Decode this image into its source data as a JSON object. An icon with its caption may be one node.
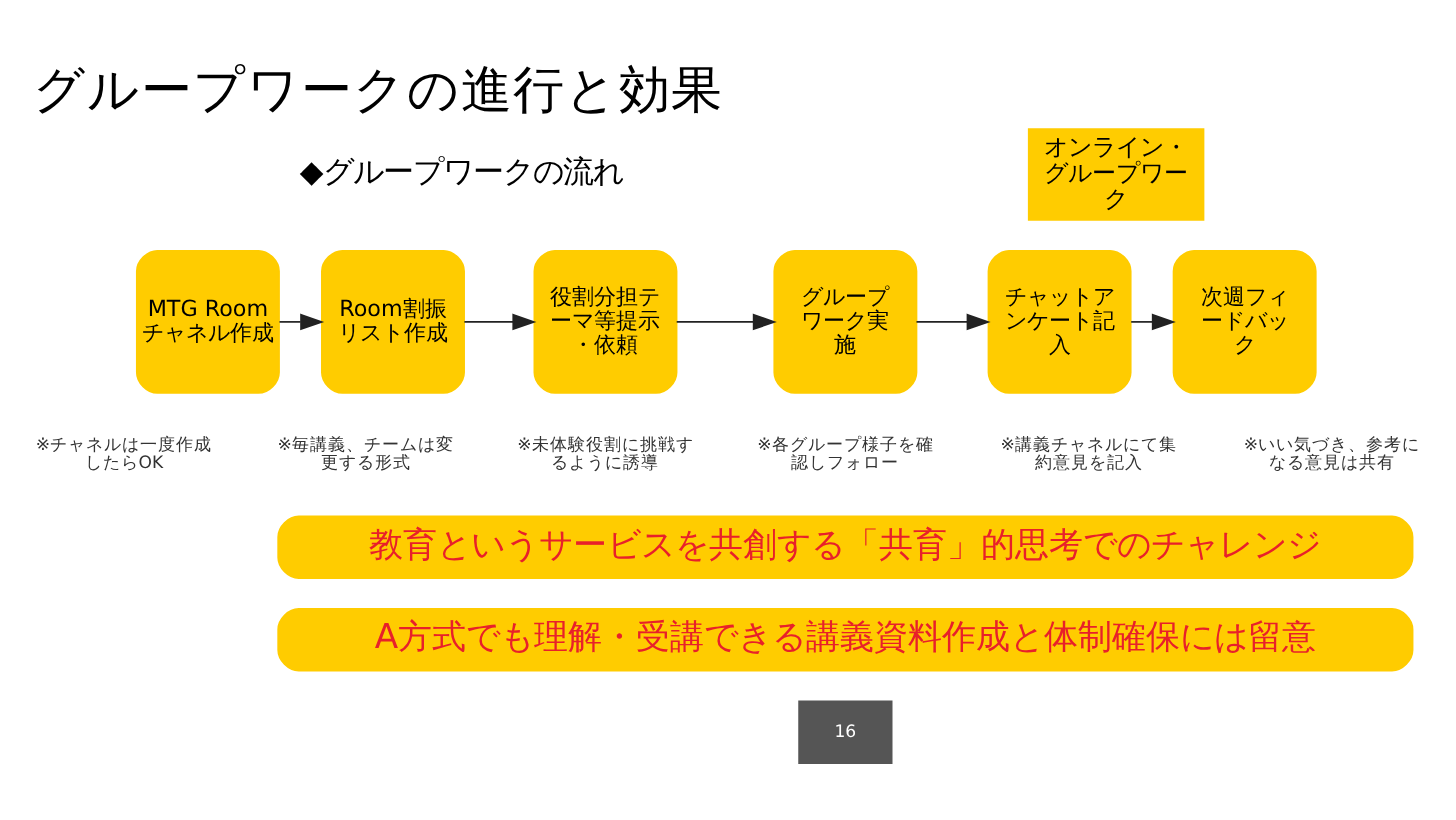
{
  "diagram": {
    "title": "グループワークの進行と効果",
    "nodes": [
      {
        "text": [
          "MTG Roomチャネル作成"
        ],
        "beside": [
          "※チャネルは一度作成したらOK"
        ]
      },
      {
        "text": [
          "Room割振リスト作成"
        ],
        "beside": [
          "※毎講義、チームは変更する形式"
        ]
      },
      {
        "text": [
          "役割分担テーマ等提示・依頼"
        ],
        "beside": [
          "※未体験役割に挑戦するように誘導"
        ]
      },
      {
        "text": [
          "グループワーク実施"
        ],
        "beside": [
          "※各グループ様子を確認しフォロー"
        ]
      },
      {
        "text": [
          "チャットアンケート記入"
        ],
        "beside": [
          "※講義チャネルにて集約意見を記入"
        ]
      },
      {
        "text": [
          "次週フィードバック"
        ],
        "beside": [
          "※いい気づき、参考になる意見は共有"
        ]
      },
      {
        "text": [
          "教育というサービスを共創する「共育」的思考でのチャレンジ"
        ]
      },
      {
        "text": [
          "A方式でも理解・受講できる講義資料作成と体制確保には留意"
        ]
      }
    ],
    "edges": [
      {
        "from": 0,
        "to": 1,
        "arrow": "to"
      },
      {
        "from": 1,
        "to": 2,
        "arrow": "to"
      },
      {
        "from": 2,
        "to": 3,
        "arrow": "to"
      },
      {
        "from": 3,
        "to": 4,
        "arrow": "to"
      },
      {
        "from": 4,
        "to": 5,
        "arrow": "to"
      }
    ],
    "labels": [
      "オンライン・グループワーク",
      "◆グループワークの流れ",
      "16"
    ]
  }
}
